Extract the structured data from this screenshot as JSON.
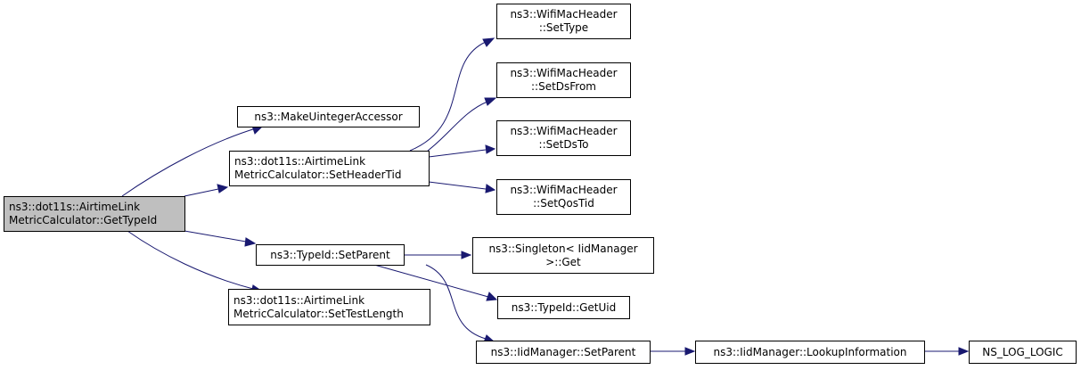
{
  "diagram": {
    "root": {
      "line1": "ns3::dot11s::AirtimeLink",
      "line2": "MetricCalculator::GetTypeId"
    },
    "make_uinteger_accessor": "ns3::MakeUintegerAccessor",
    "set_header_tid": {
      "line1": "ns3::dot11s::AirtimeLink",
      "line2": "MetricCalculator::SetHeaderTid"
    },
    "typeid_set_parent": "ns3::TypeId::SetParent",
    "set_test_length": {
      "line1": "ns3::dot11s::AirtimeLink",
      "line2": "MetricCalculator::SetTestLength"
    },
    "wifi_set_type": {
      "line1": "ns3::WifiMacHeader",
      "line2": "::SetType"
    },
    "wifi_set_ds_from": {
      "line1": "ns3::WifiMacHeader",
      "line2": "::SetDsFrom"
    },
    "wifi_set_ds_to": {
      "line1": "ns3::WifiMacHeader",
      "line2": "::SetDsTo"
    },
    "wifi_set_qos_tid": {
      "line1": "ns3::WifiMacHeader",
      "line2": "::SetQosTid"
    },
    "singleton_get": {
      "line1": "ns3::Singleton< IidManager",
      "line2": ">::Get"
    },
    "typeid_get_uid": "ns3::TypeId::GetUid",
    "iid_set_parent": "ns3::IidManager::SetParent",
    "iid_lookup": "ns3::IidManager::LookupInformation",
    "ns_log_logic": "NS_LOG_LOGIC"
  },
  "colors": {
    "edge": "#191970",
    "root_fill": "#bfbfbf",
    "node_fill": "#ffffff",
    "border": "#000000"
  }
}
